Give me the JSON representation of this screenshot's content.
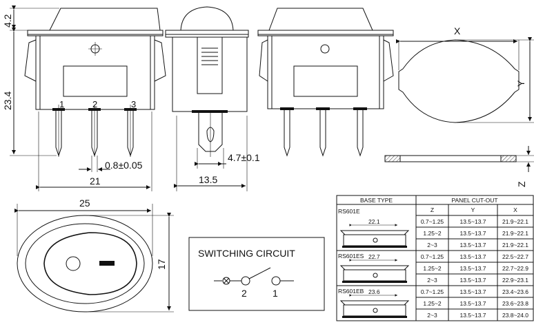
{
  "dimensions": {
    "height_top": "4.2",
    "height_body": "23.4",
    "pin_width": "0.8±0.05",
    "width_side": "21",
    "terminal_width": "4.7±0.1",
    "width_front": "13.5",
    "cutout_x": "X",
    "cutout_y": "Y",
    "cutout_z": "Z",
    "bezel_width": "25",
    "bezel_height": "17"
  },
  "pins": [
    "1",
    "2",
    "3"
  ],
  "switching_circuit": {
    "title": "SWITCHING CIRCUIT",
    "terminal_left": "2",
    "terminal_right": "1"
  },
  "table": {
    "headers": {
      "base_type": "BASE TYPE",
      "panel_cutout": "PANEL CUT-OUT",
      "z": "Z",
      "y": "Y",
      "x": "X"
    },
    "groups": [
      {
        "name": "RS601E",
        "dim": "22.1",
        "rows": [
          {
            "z": "0.7~1.25",
            "y": "13.5~13.7",
            "x": "21.9~22.1"
          },
          {
            "z": "1.25~2",
            "y": "13.5~13.7",
            "x": "21.9~22.1"
          },
          {
            "z": "2~3",
            "y": "13.5~13.7",
            "x": "21.9~22.1"
          }
        ]
      },
      {
        "name": "RS601ES",
        "dim": "22.7",
        "rows": [
          {
            "z": "0.7~1.25",
            "y": "13.5~13.7",
            "x": "22.5~22.7"
          },
          {
            "z": "1.25~2",
            "y": "13.5~13.7",
            "x": "22.7~22.9"
          },
          {
            "z": "2~3",
            "y": "13.5~13.7",
            "x": "22.9~23.1"
          }
        ]
      },
      {
        "name": "RS601EB",
        "dim": "23.6",
        "rows": [
          {
            "z": "0.7~1.25",
            "y": "13.5~13.7",
            "x": "23.4~23.6"
          },
          {
            "z": "1.25~2",
            "y": "13.5~13.7",
            "x": "23.6~23.8"
          },
          {
            "z": "2~3",
            "y": "13.5~13.7",
            "x": "23.8~24.0"
          }
        ]
      }
    ]
  }
}
